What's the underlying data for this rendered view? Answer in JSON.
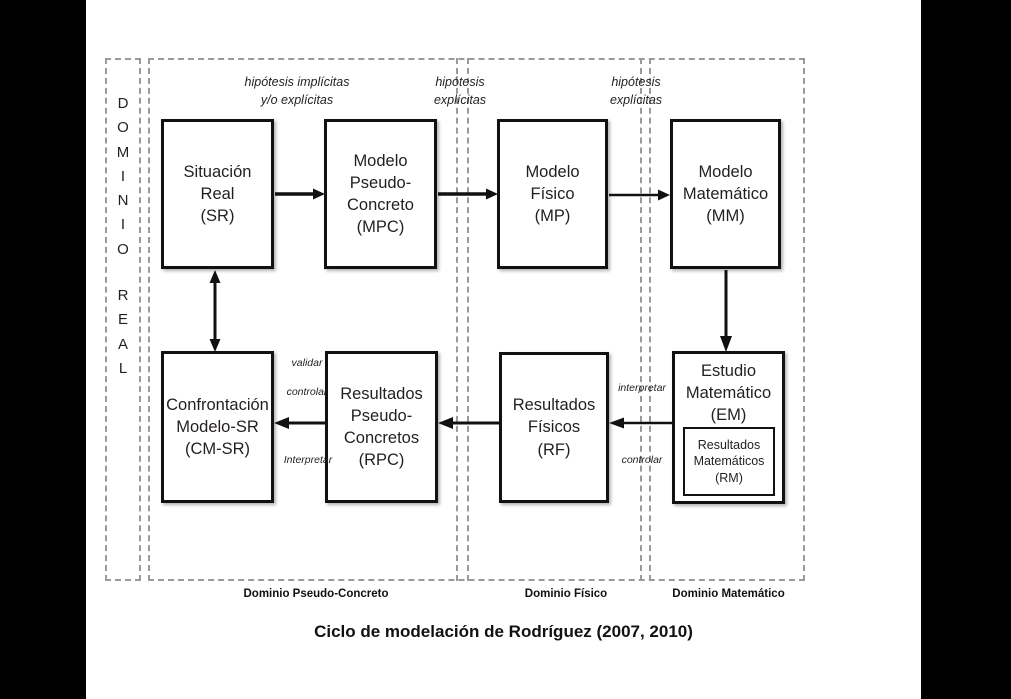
{
  "figure": {
    "caption": "Ciclo de modelación de Rodríguez (2007, 2010)"
  },
  "domain_label": {
    "name": "DOMINIO REAL",
    "top_letters": [
      "D",
      "O",
      "M",
      "I",
      "N",
      "I",
      "O"
    ],
    "bottom_letters": [
      "R",
      "E",
      "A",
      "L"
    ]
  },
  "domain_captions": [
    {
      "id": "pseudo-concreto",
      "label": "Dominio Pseudo-Concreto"
    },
    {
      "id": "fisico",
      "label": "Dominio Físico"
    },
    {
      "id": "matematico",
      "label": "Dominio Matemático"
    }
  ],
  "nodes": [
    {
      "id": "situacion-real",
      "lines": [
        "Situación",
        "Real",
        "(SR)"
      ]
    },
    {
      "id": "modelo-pseudo-concreto",
      "lines": [
        "Modelo",
        "Pseudo-",
        "Concreto",
        "(MPC)"
      ]
    },
    {
      "id": "modelo-fisico",
      "lines": [
        "Modelo",
        "Físico",
        "(MP)"
      ]
    },
    {
      "id": "modelo-matematico",
      "lines": [
        "Modelo",
        "Matemático",
        "(MM)"
      ]
    },
    {
      "id": "confrontacion-modelo-sr",
      "lines": [
        "Confrontación",
        "Modelo-SR",
        "(CM-SR)"
      ]
    },
    {
      "id": "resultados-pseudo-concretos",
      "lines": [
        "Resultados",
        "Pseudo-",
        "Concretos",
        "(RPC)"
      ]
    },
    {
      "id": "resultados-fisicos",
      "lines": [
        "Resultados",
        "Físicos",
        "(RF)"
      ]
    },
    {
      "id": "estudio-matematico",
      "lines": [
        "Estudio",
        "Matemático",
        "(EM)"
      ]
    },
    {
      "id": "resultados-matematicos",
      "lines": [
        "Resultados",
        "Matemáticos",
        "(RM)"
      ]
    }
  ],
  "edge_labels": [
    {
      "id": "sr-to-mpc",
      "lines": [
        "hipótesis implícitas",
        "y/o explícitas"
      ]
    },
    {
      "id": "mpc-to-mp",
      "lines": [
        "hipótesis",
        "explícitas"
      ]
    },
    {
      "id": "mp-to-mm",
      "lines": [
        "hipótesis",
        "explícitas"
      ]
    },
    {
      "id": "rpc-validar",
      "lines": [
        "validar"
      ]
    },
    {
      "id": "rpc-controlar",
      "lines": [
        "controlar"
      ]
    },
    {
      "id": "rpc-interpretar",
      "lines": [
        "Interpretar"
      ]
    },
    {
      "id": "em-interpretar",
      "lines": [
        "interpretar"
      ]
    },
    {
      "id": "em-controlar",
      "lines": [
        "controlar"
      ]
    }
  ],
  "colors": {
    "ink": "#231f20",
    "stroke": "#111111",
    "dashed": "#9a9a9a",
    "background": "#ffffff",
    "letterbox": "#000000"
  }
}
